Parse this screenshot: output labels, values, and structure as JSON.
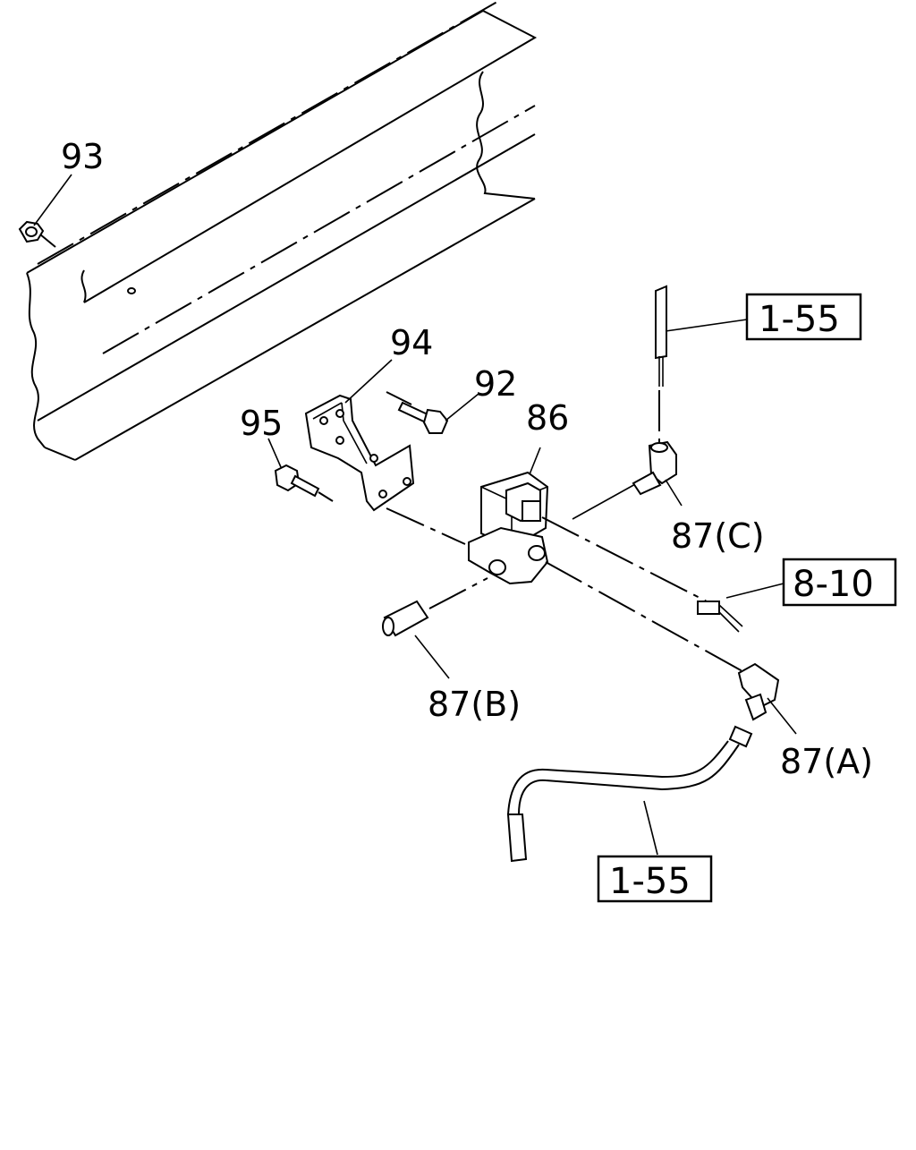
{
  "labels": {
    "p93": "93",
    "p94": "94",
    "p92": "92",
    "p95": "95",
    "p86": "86",
    "p87c": "87(C)",
    "p87b": "87(B)",
    "p87a": "87(A)"
  },
  "refs": {
    "ref_top": "1-55",
    "ref_mid": "8-10",
    "ref_bottom": "1-55"
  }
}
